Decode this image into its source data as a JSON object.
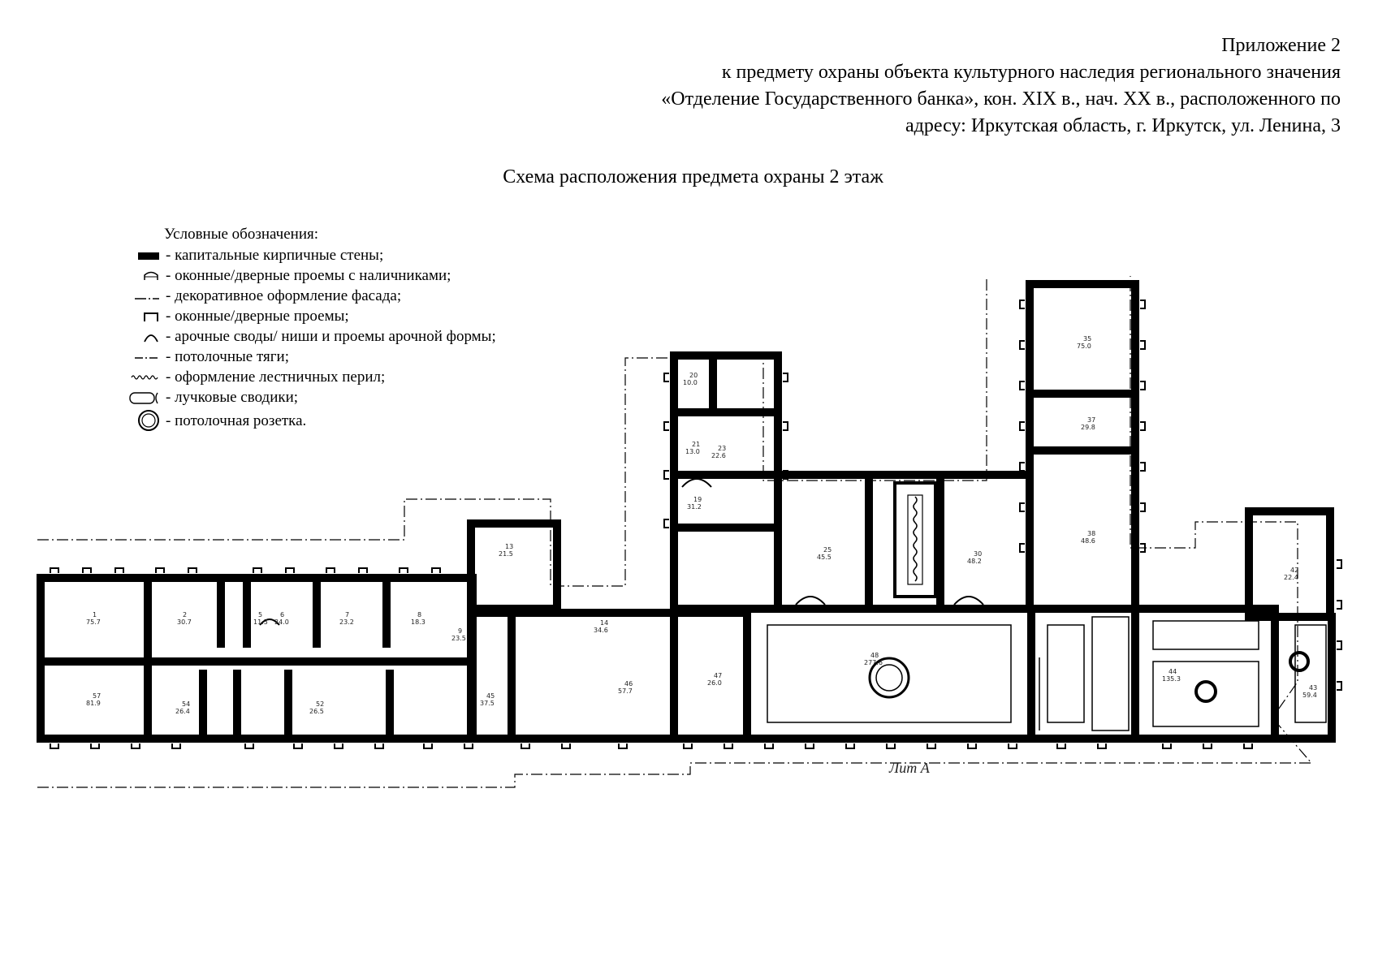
{
  "header": {
    "line1": "Приложение 2",
    "line2": "к предмету охраны объекта культурного наследия регионального значения",
    "line3": "«Отделение Государственного банка», кон. XIX в., нач. XX в., расположенного по",
    "line4": "адресу: Иркутская область, г. Иркутск, ул. Ленина, 3"
  },
  "subtitle": "Схема расположения предмета охраны 2 этаж",
  "legend": {
    "title": "Условные обозначения:",
    "items": [
      {
        "icon": "capital-wall-icon",
        "label": "- капитальные кирпичные стены;"
      },
      {
        "icon": "framed-opening-icon",
        "label": "- оконные/дверные проемы с наличниками;"
      },
      {
        "icon": "facade-decor-icon",
        "label": "- декоративное оформление фасада;"
      },
      {
        "icon": "opening-icon",
        "label": "- оконные/дверные проемы;"
      },
      {
        "icon": "arch-icon",
        "label": "- арочные своды/ ниши и проемы арочной формы;"
      },
      {
        "icon": "ceiling-rod-icon",
        "label": "- потолочные тяги;"
      },
      {
        "icon": "stair-railing-icon",
        "label": "- оформление лестничных перил;"
      },
      {
        "icon": "bow-vault-icon",
        "label": "- лучковые сводики;"
      },
      {
        "icon": "ceiling-rosette-icon",
        "label": "- потолочная розетка."
      }
    ]
  },
  "plan": {
    "litera_label": "Лит А",
    "rooms": [
      {
        "no": "1",
        "area": "75.7"
      },
      {
        "no": "2",
        "area": "30.7"
      },
      {
        "no": "5",
        "area": "11.5"
      },
      {
        "no": "6",
        "area": "24.0"
      },
      {
        "no": "7",
        "area": "23.2"
      },
      {
        "no": "8",
        "area": "18.3"
      },
      {
        "no": "9",
        "area": "23.5"
      },
      {
        "no": "13",
        "area": "21.5"
      },
      {
        "no": "14",
        "area": "34.6"
      },
      {
        "no": "19",
        "area": "31.2"
      },
      {
        "no": "20",
        "area": "10.0"
      },
      {
        "no": "21",
        "area": "13.0"
      },
      {
        "no": "23",
        "area": "22.6"
      },
      {
        "no": "25",
        "area": "45.5"
      },
      {
        "no": "30",
        "area": "48.2"
      },
      {
        "no": "35",
        "area": "75.0"
      },
      {
        "no": "37",
        "area": "29.8"
      },
      {
        "no": "38",
        "area": "48.6"
      },
      {
        "no": "42",
        "area": "22.4"
      },
      {
        "no": "43",
        "area": "59.4"
      },
      {
        "no": "44",
        "area": "135.3"
      },
      {
        "no": "45",
        "area": "37.5"
      },
      {
        "no": "46",
        "area": "57.7"
      },
      {
        "no": "47",
        "area": "26.0"
      },
      {
        "no": "48",
        "area": "277.6"
      },
      {
        "no": "52",
        "area": "26.5"
      },
      {
        "no": "54",
        "area": "26.4"
      },
      {
        "no": "57",
        "area": "81.9"
      }
    ]
  }
}
